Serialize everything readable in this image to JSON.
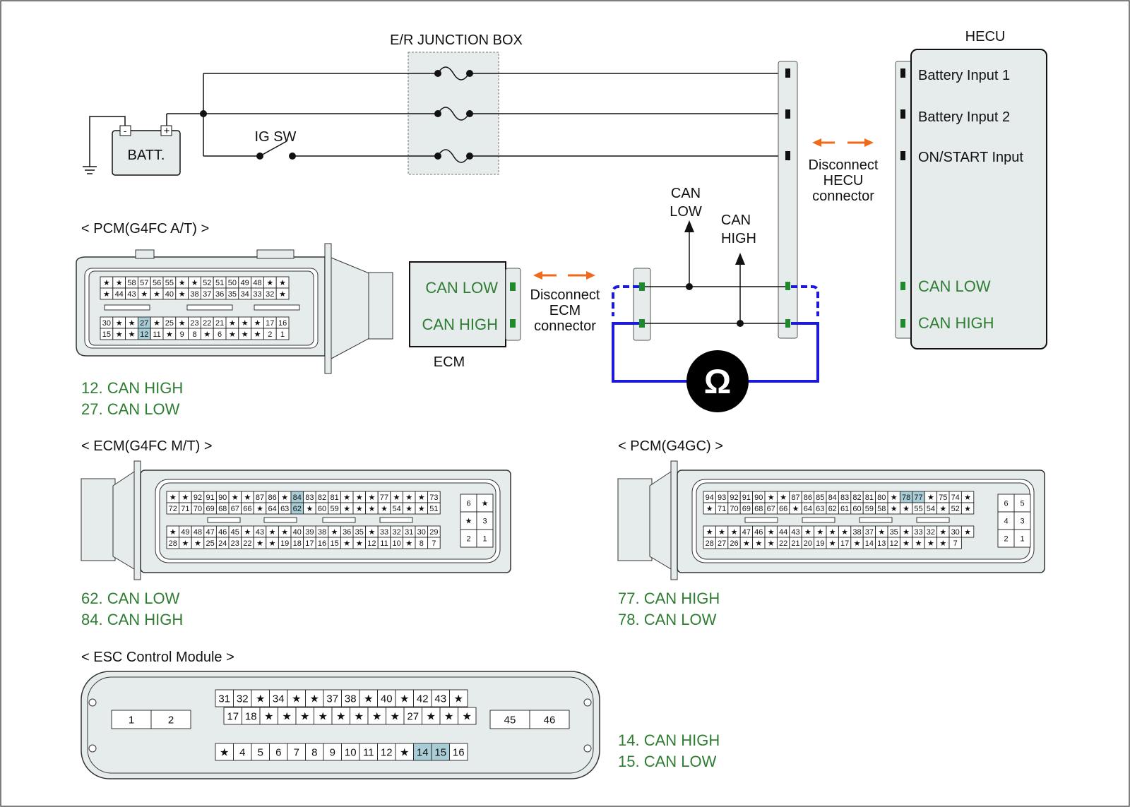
{
  "colors": {
    "body_fill": "#e6ecec",
    "pin_highlight": "#a9cdd6",
    "can_green": "#2e7d32",
    "connector_green": "#1f8a2c",
    "meter_blue": "#1a1ad8",
    "disconnect_orange": "#ef6a1a"
  },
  "labels": {
    "junction_box": "E/R JUNCTION BOX",
    "batt": "BATT.",
    "batt_minus": "-",
    "batt_plus": "+",
    "ig_sw": "IG SW",
    "hecu": "HECU",
    "battery_input_1": "Battery Input 1",
    "battery_input_2": "Battery Input 2",
    "on_start_input": "ON/START Input",
    "hecu_can_low": "CAN LOW",
    "hecu_can_high": "CAN HIGH",
    "disconnect_hecu": [
      "Disconnect",
      "HECU",
      "connector"
    ],
    "can_low_probe": [
      "CAN",
      "LOW"
    ],
    "can_high_probe": [
      "CAN",
      "HIGH"
    ],
    "ecm": "ECM",
    "ecm_can_low": "CAN LOW",
    "ecm_can_high": "CAN HIGH",
    "disconnect_ecm": [
      "Disconnect",
      "ECM",
      "connector"
    ],
    "ohm": "Ω"
  },
  "pcm_g4fc_at": {
    "title": "< PCM(G4FC A/T) >",
    "row1": [
      "★",
      "★",
      "58",
      "57",
      "56",
      "55",
      "★",
      "★",
      "52",
      "51",
      "50",
      "49",
      "48",
      "★",
      "★"
    ],
    "row2": [
      "★",
      "44",
      "43",
      "★",
      "★",
      "40",
      "★",
      "38",
      "37",
      "36",
      "35",
      "34",
      "33",
      "32",
      "★"
    ],
    "row3": [
      "30",
      "★",
      "★",
      "27",
      "★",
      "25",
      "★",
      "23",
      "22",
      "21",
      "★",
      "★",
      "★",
      "17",
      "16"
    ],
    "row4": [
      "15",
      "★",
      "★",
      "12",
      "11",
      "★",
      "9",
      "8",
      "★",
      "6",
      "★",
      "★",
      "★",
      "2",
      "1"
    ],
    "notes": [
      "12. CAN HIGH",
      "27. CAN LOW"
    ]
  },
  "ecm_g4fc_mt": {
    "title": "< ECM(G4FC M/T) >",
    "row1": [
      "★",
      "★",
      "92",
      "91",
      "90",
      "★",
      "★",
      "87",
      "86",
      "★",
      "84",
      "83",
      "82",
      "81",
      "★",
      "★",
      "★",
      "77",
      "★",
      "★",
      "★",
      "73"
    ],
    "row2": [
      "72",
      "71",
      "70",
      "69",
      "68",
      "67",
      "66",
      "★",
      "64",
      "63",
      "62",
      "★",
      "60",
      "59",
      "★",
      "★",
      "★",
      "★",
      "54",
      "★",
      "★",
      "51"
    ],
    "row3": [
      "★",
      "49",
      "48",
      "47",
      "46",
      "45",
      "★",
      "43",
      "★",
      "★",
      "40",
      "39",
      "38",
      "★",
      "36",
      "35",
      "★",
      "33",
      "32",
      "31",
      "30",
      "29"
    ],
    "row4": [
      "28",
      "★",
      "★",
      "25",
      "24",
      "23",
      "22",
      "★",
      "★",
      "19",
      "18",
      "17",
      "16",
      "15",
      "★",
      "★",
      "12",
      "11",
      "10",
      "★",
      "8",
      "7"
    ],
    "side": [
      "6",
      "★",
      "★",
      "3",
      "2",
      "1"
    ],
    "notes": [
      "62. CAN LOW",
      "84. CAN HIGH"
    ]
  },
  "pcm_g4gc": {
    "title": "< PCM(G4GC) >",
    "row1": [
      "94",
      "93",
      "92",
      "91",
      "90",
      "★",
      "★",
      "87",
      "86",
      "85",
      "84",
      "83",
      "82",
      "81",
      "80",
      "★",
      "78",
      "77",
      "★",
      "75",
      "74",
      "★"
    ],
    "row2": [
      "★",
      "71",
      "70",
      "69",
      "68",
      "67",
      "66",
      "★",
      "64",
      "63",
      "62",
      "61",
      "60",
      "59",
      "58",
      "★",
      "★",
      "55",
      "54",
      "★",
      "52",
      "★"
    ],
    "row3": [
      "★",
      "★",
      "★",
      "47",
      "46",
      "★",
      "44",
      "43",
      "★",
      "★",
      "★",
      "★",
      "38",
      "37",
      "★",
      "35",
      "★",
      "33",
      "32",
      "★",
      "30",
      "★"
    ],
    "row4": [
      "28",
      "27",
      "26",
      "★",
      "★",
      "★",
      "22",
      "21",
      "20",
      "19",
      "★",
      "17",
      "★",
      "14",
      "13",
      "12",
      "★",
      "★",
      "★",
      "★",
      "7"
    ],
    "side": [
      "6",
      "5",
      "4",
      "3",
      "2",
      "1"
    ],
    "notes": [
      "77. CAN HIGH",
      "78. CAN LOW"
    ]
  },
  "esc_module": {
    "title": "< ESC Control Module >",
    "left_pins": [
      "1",
      "2"
    ],
    "right_pins": [
      "45",
      "46"
    ],
    "row1": [
      "31",
      "32",
      "★",
      "34",
      "★",
      "★",
      "37",
      "38",
      "★",
      "40",
      "★",
      "42",
      "43",
      "★"
    ],
    "row2": [
      "17",
      "18",
      "★",
      "★",
      "★",
      "★",
      "★",
      "★",
      "★",
      "★",
      "27",
      "★",
      "★",
      "★"
    ],
    "row3": [
      "★",
      "4",
      "5",
      "6",
      "7",
      "8",
      "9",
      "10",
      "11",
      "12",
      "★",
      "14",
      "15",
      "16"
    ],
    "notes": [
      "14. CAN HIGH",
      "15. CAN LOW"
    ]
  }
}
